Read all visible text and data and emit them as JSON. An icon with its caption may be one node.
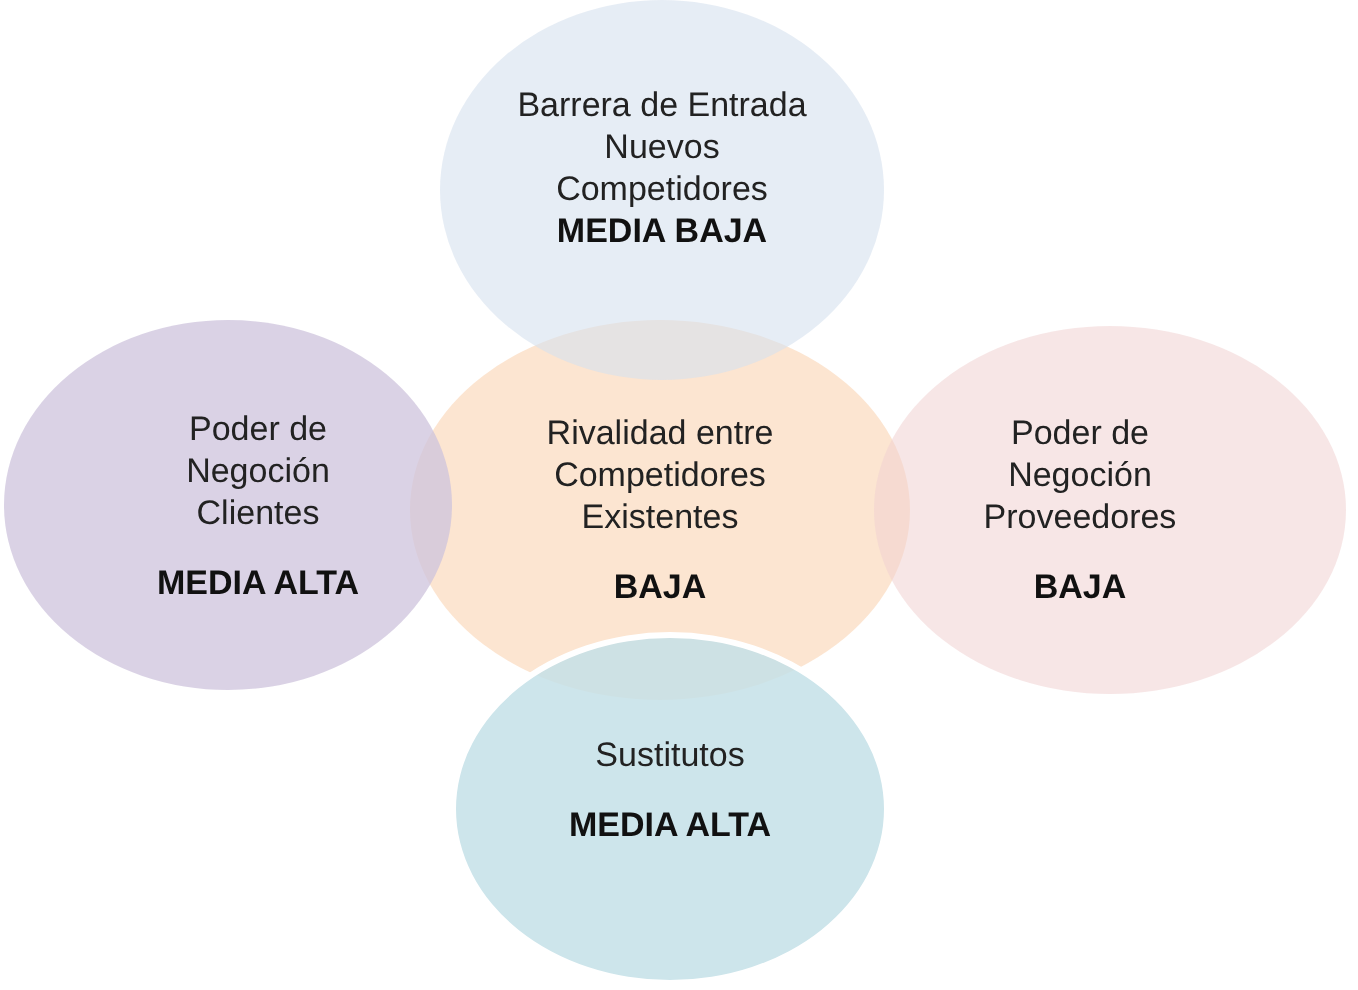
{
  "diagram": {
    "nodes": [
      {
        "text": [
          "Barrera de Entrada Nuevos Competidores",
          "MEDIA BAJA"
        ]
      },
      {
        "text": [
          "Poder de Negoción Clientes",
          "MEDIA ALTA"
        ]
      },
      {
        "text": [
          "Rivalidad entre Competidores Existentes",
          "BAJA"
        ]
      },
      {
        "text": [
          "Poder de Negoción Proveedores",
          "BAJA"
        ]
      },
      {
        "text": [
          "Sustitutos",
          "MEDIA ALTA"
        ]
      }
    ]
  }
}
